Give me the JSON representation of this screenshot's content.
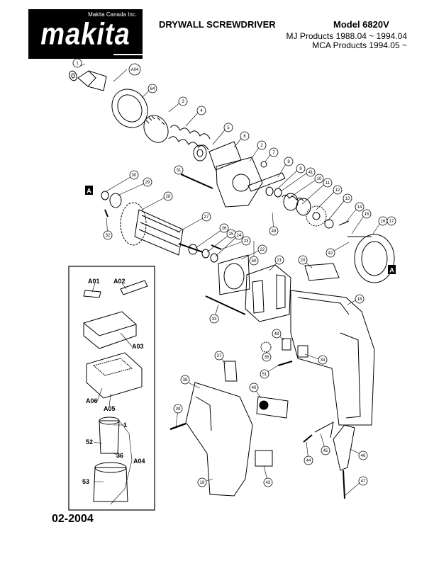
{
  "header": {
    "brand_tag": "Makita Canada Inc.",
    "brand": "makita",
    "title": "DRYWALL SCREWDRIVER",
    "model": "Model 6820V",
    "products_line1": "MJ Products 1988.04 ~ 1994.04",
    "products_line2": "MCA Products 1994.05 ~"
  },
  "footer": {
    "date_code": "02-2004"
  },
  "section_marks": [
    "A",
    "A"
  ],
  "parts": [
    {
      "id": "1"
    },
    {
      "id": "A04"
    },
    {
      "id": "64"
    },
    {
      "id": "3"
    },
    {
      "id": "4"
    },
    {
      "id": "5"
    },
    {
      "id": "6"
    },
    {
      "id": "2"
    },
    {
      "id": "7"
    },
    {
      "id": "8"
    },
    {
      "id": "9"
    },
    {
      "id": "41"
    },
    {
      "id": "10"
    },
    {
      "id": "11"
    },
    {
      "id": "12"
    },
    {
      "id": "13"
    },
    {
      "id": "14"
    },
    {
      "id": "15"
    },
    {
      "id": "16"
    },
    {
      "id": "17"
    },
    {
      "id": "30"
    },
    {
      "id": "31"
    },
    {
      "id": "29"
    },
    {
      "id": "28"
    },
    {
      "id": "32"
    },
    {
      "id": "27"
    },
    {
      "id": "26"
    },
    {
      "id": "25"
    },
    {
      "id": "24"
    },
    {
      "id": "23"
    },
    {
      "id": "22"
    },
    {
      "id": "50"
    },
    {
      "id": "49"
    },
    {
      "id": "42"
    },
    {
      "id": "21"
    },
    {
      "id": "20"
    },
    {
      "id": "33"
    },
    {
      "id": "18"
    },
    {
      "id": "48"
    },
    {
      "id": "35"
    },
    {
      "id": "34"
    },
    {
      "id": "51"
    },
    {
      "id": "37"
    },
    {
      "id": "38"
    },
    {
      "id": "40"
    },
    {
      "id": "39"
    },
    {
      "id": "44"
    },
    {
      "id": "45"
    },
    {
      "id": "46"
    },
    {
      "id": "43"
    },
    {
      "id": "19"
    },
    {
      "id": "47"
    }
  ],
  "accessory_box": {
    "labels": [
      "A01",
      "A02",
      "A03",
      "A06",
      "A05",
      "1",
      "52",
      "36",
      "A04",
      "53"
    ]
  }
}
